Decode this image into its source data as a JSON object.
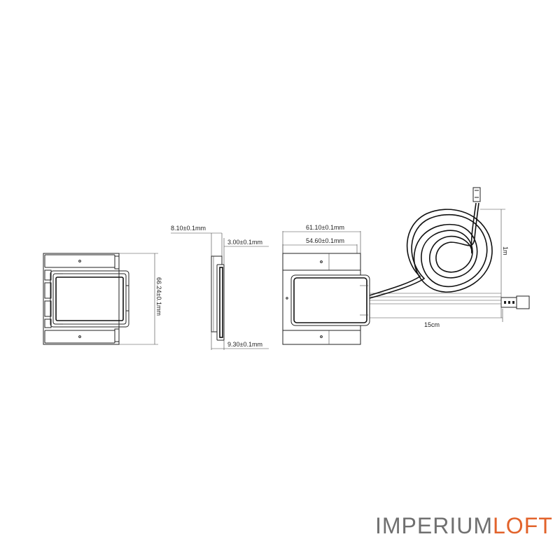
{
  "brand": {
    "part1": "IMPERIUM",
    "part2": "LOFT",
    "color_part1": "#707070",
    "color_part2": "#e2632b"
  },
  "dimensions": {
    "front_height": "66.24±0.1mm",
    "side_top_width": "8.10±0.1mm",
    "side_step": "3.00±0.1mm",
    "side_bottom_width": "9.30±0.1mm",
    "back_width_outer": "61.10±0.1mm",
    "back_width_inner": "54.60±0.1mm",
    "cable_short": "15cm",
    "cable_long": "1m"
  }
}
